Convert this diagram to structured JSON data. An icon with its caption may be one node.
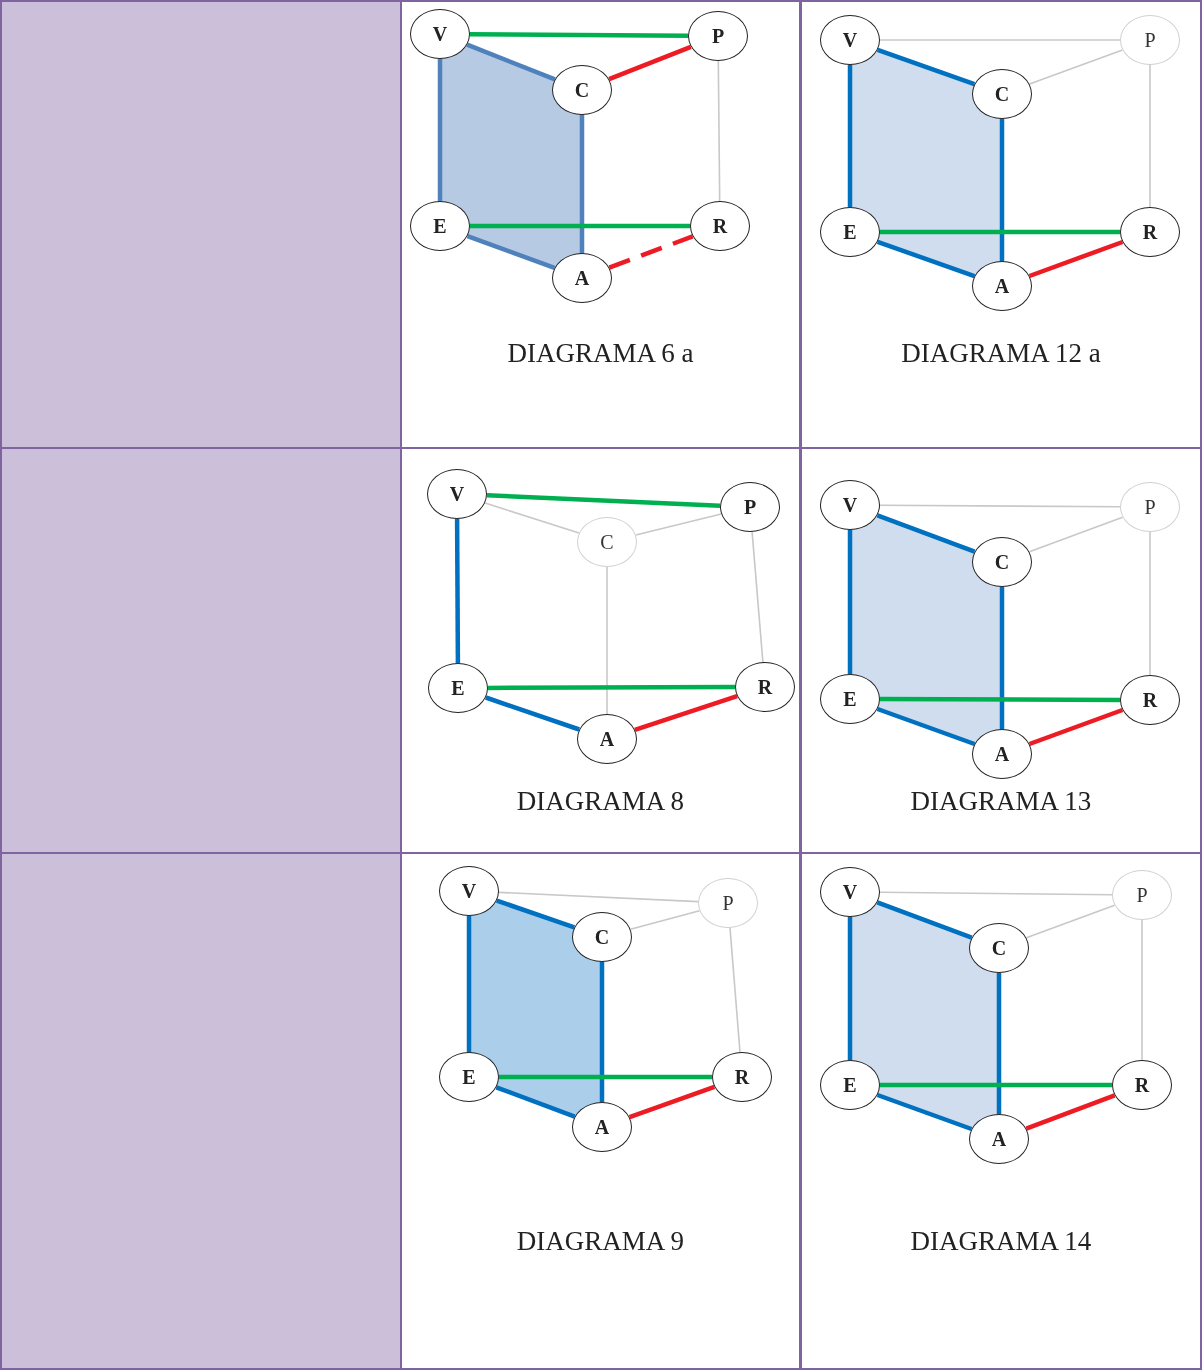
{
  "diagram": {
    "nodes": [
      {
        "text": [
          "DIAGRAMA 6 a"
        ]
      },
      {
        "text": [
          "V"
        ],
        "in": 0
      },
      {
        "text": [
          "P"
        ],
        "in": 0
      },
      {
        "text": [
          "C"
        ],
        "in": 0
      },
      {
        "text": [
          "E"
        ],
        "in": 0
      },
      {
        "text": [
          "R"
        ],
        "in": 0
      },
      {
        "text": [
          "A"
        ],
        "in": 0
      },
      {
        "text": [
          "DIAGRAMA 12 a"
        ]
      },
      {
        "text": [
          "V"
        ],
        "in": 7
      },
      {
        "text": [
          "P"
        ],
        "in": 7
      },
      {
        "text": [
          "C"
        ],
        "in": 7
      },
      {
        "text": [
          "E"
        ],
        "in": 7
      },
      {
        "text": [
          "R"
        ],
        "in": 7
      },
      {
        "text": [
          "A"
        ],
        "in": 7
      },
      {
        "text": [
          "DIAGRAMA 8"
        ]
      },
      {
        "text": [
          "V"
        ],
        "in": 14
      },
      {
        "text": [
          "P"
        ],
        "in": 14
      },
      {
        "text": [
          "C"
        ],
        "in": 14
      },
      {
        "text": [
          "E"
        ],
        "in": 14
      },
      {
        "text": [
          "R"
        ],
        "in": 14
      },
      {
        "text": [
          "A"
        ],
        "in": 14
      },
      {
        "text": [
          "DIAGRAMA 13"
        ]
      },
      {
        "text": [
          "V"
        ],
        "in": 21
      },
      {
        "text": [
          "P"
        ],
        "in": 21
      },
      {
        "text": [
          "C"
        ],
        "in": 21
      },
      {
        "text": [
          "E"
        ],
        "in": 21
      },
      {
        "text": [
          "R"
        ],
        "in": 21
      },
      {
        "text": [
          "A"
        ],
        "in": 21
      },
      {
        "text": [
          "DIAGRAMA 9"
        ]
      },
      {
        "text": [
          "V"
        ],
        "in": 28
      },
      {
        "text": [
          "P"
        ],
        "in": 28
      },
      {
        "text": [
          "C"
        ],
        "in": 28
      },
      {
        "text": [
          "E"
        ],
        "in": 28
      },
      {
        "text": [
          "R"
        ],
        "in": 28
      },
      {
        "text": [
          "A"
        ],
        "in": 28
      },
      {
        "text": [
          "DIAGRAMA 14"
        ]
      },
      {
        "text": [
          "V"
        ],
        "in": 35
      },
      {
        "text": [
          "P"
        ],
        "in": 35
      },
      {
        "text": [
          "C"
        ],
        "in": 35
      },
      {
        "text": [
          "E"
        ],
        "in": 35
      },
      {
        "text": [
          "R"
        ],
        "in": 35
      },
      {
        "text": [
          "A"
        ],
        "in": 35
      }
    ],
    "edges": [
      {
        "from": 1,
        "to": 2,
        "arrow": "none",
        "color": "#00b050"
      },
      {
        "from": 1,
        "to": 3,
        "arrow": "none",
        "color": "#4f81bd"
      },
      {
        "from": 3,
        "to": 2,
        "arrow": "none",
        "color": "#ed1c24"
      },
      {
        "from": 1,
        "to": 4,
        "arrow": "none",
        "color": "#4f81bd"
      },
      {
        "from": 3,
        "to": 6,
        "arrow": "none",
        "color": "#4f81bd"
      },
      {
        "from": 2,
        "to": 5,
        "arrow": "none",
        "color": "#c8c8c8"
      },
      {
        "from": 4,
        "to": 5,
        "arrow": "none",
        "color": "#00b050"
      },
      {
        "from": 4,
        "to": 6,
        "arrow": "none",
        "color": "#4f81bd"
      },
      {
        "from": 6,
        "to": 5,
        "arrow": "none",
        "style": "dashed",
        "color": "#ed1c24"
      },
      {
        "from": 8,
        "to": 9,
        "arrow": "none",
        "color": "#c8c8c8"
      },
      {
        "from": 8,
        "to": 10,
        "arrow": "none"
      },
      {
        "from": 10,
        "to": 9,
        "arrow": "none",
        "color": "#c8c8c8"
      },
      {
        "from": 8,
        "to": 11,
        "arrow": "none"
      },
      {
        "from": 10,
        "to": 13,
        "arrow": "none"
      },
      {
        "from": 9,
        "to": 12,
        "arrow": "none",
        "color": "#c8c8c8"
      },
      {
        "from": 11,
        "to": 12,
        "arrow": "none",
        "color": "#00b050"
      },
      {
        "from": 11,
        "to": 13,
        "arrow": "none"
      },
      {
        "from": 13,
        "to": 12,
        "arrow": "none",
        "color": "#ed1c24"
      },
      {
        "from": 15,
        "to": 16,
        "arrow": "none",
        "color": "#00b050"
      },
      {
        "from": 15,
        "to": 17,
        "arrow": "none",
        "color": "#c8c8c8"
      },
      {
        "from": 17,
        "to": 16,
        "arrow": "none",
        "color": "#c8c8c8"
      },
      {
        "from": 15,
        "to": 18,
        "arrow": "none"
      },
      {
        "from": 17,
        "to": 20,
        "arrow": "none",
        "color": "#c8c8c8"
      },
      {
        "from": 16,
        "to": 19,
        "arrow": "none",
        "color": "#c8c8c8"
      },
      {
        "from": 18,
        "to": 19,
        "arrow": "none",
        "color": "#00b050"
      },
      {
        "from": 18,
        "to": 20,
        "arrow": "none"
      },
      {
        "from": 20,
        "to": 19,
        "arrow": "none",
        "color": "#ed1c24"
      },
      {
        "from": 22,
        "to": 23,
        "arrow": "none",
        "color": "#c8c8c8"
      },
      {
        "from": 22,
        "to": 24,
        "arrow": "none"
      },
      {
        "from": 24,
        "to": 23,
        "arrow": "none",
        "color": "#c8c8c8"
      },
      {
        "from": 22,
        "to": 25,
        "arrow": "none"
      },
      {
        "from": 24,
        "to": 27,
        "arrow": "none"
      },
      {
        "from": 23,
        "to": 26,
        "arrow": "none",
        "color": "#c8c8c8"
      },
      {
        "from": 25,
        "to": 26,
        "arrow": "none",
        "color": "#00b050"
      },
      {
        "from": 25,
        "to": 27,
        "arrow": "none"
      },
      {
        "from": 27,
        "to": 26,
        "arrow": "none",
        "color": "#ed1c24"
      },
      {
        "from": 29,
        "to": 30,
        "arrow": "none",
        "color": "#c8c8c8"
      },
      {
        "from": 29,
        "to": 31,
        "arrow": "none"
      },
      {
        "from": 31,
        "to": 30,
        "arrow": "none",
        "color": "#c8c8c8"
      },
      {
        "from": 29,
        "to": 32,
        "arrow": "none"
      },
      {
        "from": 31,
        "to": 34,
        "arrow": "none"
      },
      {
        "from": 30,
        "to": 33,
        "arrow": "none",
        "color": "#c8c8c8"
      },
      {
        "from": 32,
        "to": 33,
        "arrow": "none",
        "color": "#00b050"
      },
      {
        "from": 32,
        "to": 34,
        "arrow": "none"
      },
      {
        "from": 34,
        "to": 33,
        "arrow": "none",
        "color": "#ed1c24"
      },
      {
        "from": 36,
        "to": 37,
        "arrow": "none",
        "color": "#c8c8c8"
      },
      {
        "from": 36,
        "to": 38,
        "arrow": "none"
      },
      {
        "from": 38,
        "to": 37,
        "arrow": "none",
        "color": "#c8c8c8"
      },
      {
        "from": 36,
        "to": 39,
        "arrow": "none"
      },
      {
        "from": 38,
        "to": 41,
        "arrow": "none"
      },
      {
        "from": 37,
        "to": 40,
        "arrow": "none",
        "color": "#c8c8c8"
      },
      {
        "from": 39,
        "to": 40,
        "arrow": "none",
        "color": "#00b050"
      },
      {
        "from": 39,
        "to": 41,
        "arrow": "none"
      },
      {
        "from": 41,
        "to": 40,
        "arrow": "none",
        "color": "#ed1c24"
      }
    ]
  }
}
